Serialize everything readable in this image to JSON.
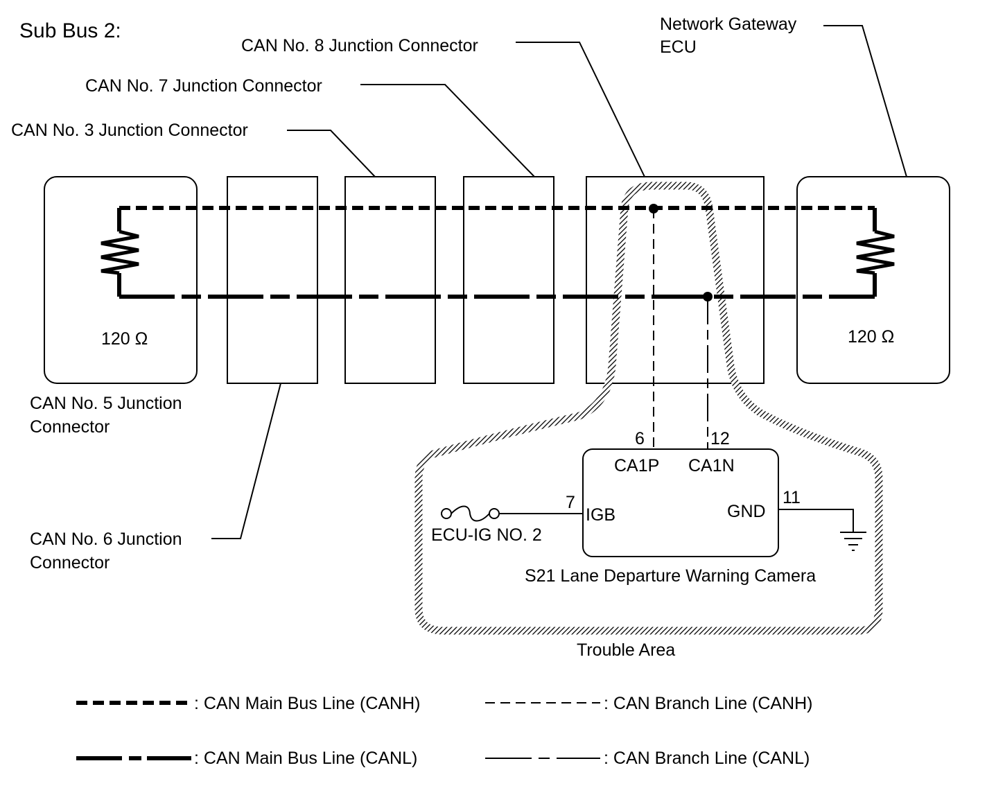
{
  "title": "Sub Bus 2:",
  "connectors": {
    "can8": "CAN No. 8 Junction Connector",
    "can7": "CAN No. 7 Junction Connector",
    "can3": "CAN No. 3 Junction Connector",
    "can5_line1": "CAN No. 5 Junction",
    "can5_line2": "Connector",
    "can6_line1": "CAN No. 6 Junction",
    "can6_line2": "Connector",
    "gateway_line1": "Network Gateway",
    "gateway_line2": "ECU"
  },
  "resistors": {
    "left_value": "120 Ω",
    "right_value": "120 Ω"
  },
  "camera": {
    "name": "S21  Lane Departure Warning Camera",
    "pin_ca1p_num": "6",
    "pin_ca1n_num": "12",
    "pin_ca1p": "CA1P",
    "pin_ca1n": "CA1N",
    "pin_igb_num": "7",
    "pin_igb": "IGB",
    "pin_gnd_num": "11",
    "pin_gnd": "GND",
    "fuse": "ECU-IG NO. 2"
  },
  "trouble_area": "Trouble Area",
  "legend": {
    "main_canh": ": CAN Main Bus Line (CANH)",
    "main_canl": ": CAN Main Bus Line (CANL)",
    "branch_canh": ": CAN Branch Line (CANH)",
    "branch_canl": ": CAN Branch Line (CANL)"
  }
}
